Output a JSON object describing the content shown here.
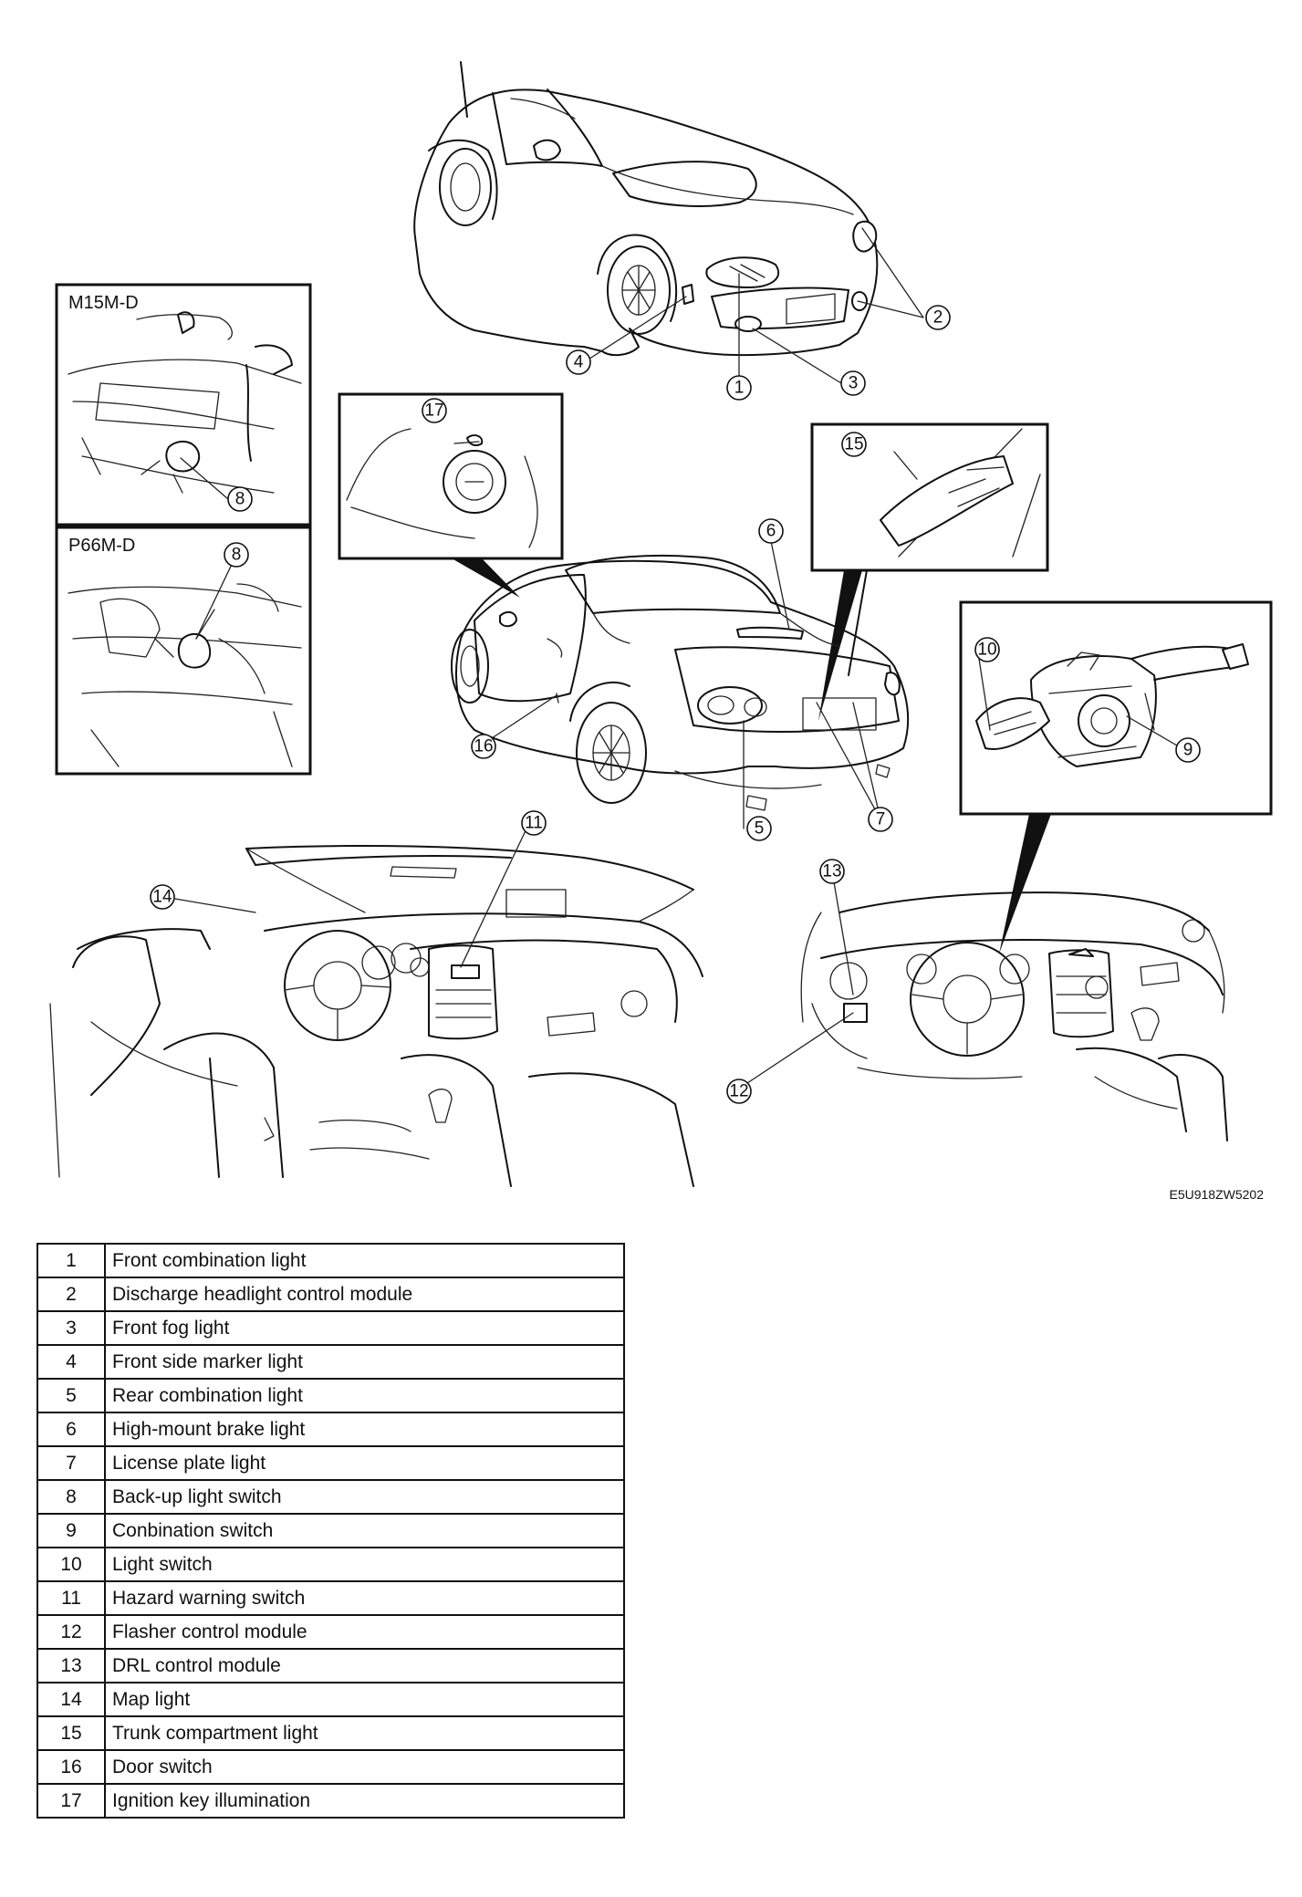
{
  "figure": {
    "figure_code": "E5U918ZW5202",
    "inset_labels": {
      "upper": "M15M-D",
      "lower": "P66M-D"
    },
    "callout_numbers": [
      "1",
      "2",
      "3",
      "4",
      "5",
      "6",
      "7",
      "8",
      "9",
      "10",
      "11",
      "12",
      "13",
      "14",
      "15",
      "16",
      "17"
    ]
  },
  "legend": [
    {
      "number": "1",
      "description": "Front combination light"
    },
    {
      "number": "2",
      "description": "Discharge headlight control module"
    },
    {
      "number": "3",
      "description": "Front fog light"
    },
    {
      "number": "4",
      "description": "Front side marker light"
    },
    {
      "number": "5",
      "description": "Rear combination light"
    },
    {
      "number": "6",
      "description": "High-mount brake light"
    },
    {
      "number": "7",
      "description": "License plate light"
    },
    {
      "number": "8",
      "description": "Back-up light switch"
    },
    {
      "number": "9",
      "description": "Conbination switch"
    },
    {
      "number": "10",
      "description": "Light switch"
    },
    {
      "number": "11",
      "description": "Hazard warning switch"
    },
    {
      "number": "12",
      "description": "Flasher control module"
    },
    {
      "number": "13",
      "description": "DRL control module"
    },
    {
      "number": "14",
      "description": "Map light"
    },
    {
      "number": "15",
      "description": "Trunk compartment light"
    },
    {
      "number": "16",
      "description": "Door switch"
    },
    {
      "number": "17",
      "description": "Ignition key illumination"
    }
  ]
}
